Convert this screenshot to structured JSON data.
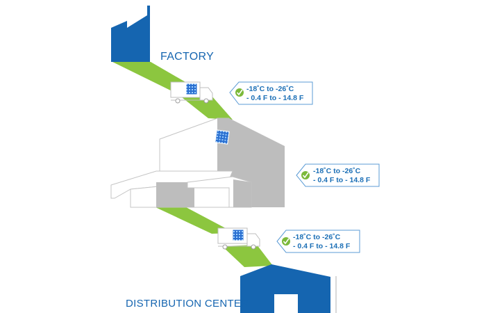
{
  "labels": {
    "factory": "FACTORY",
    "distribution_center": "DISTRIBUTION CENTER"
  },
  "temp_tags": [
    {
      "line1": "-18˚C to -26˚C",
      "line2": "- 0.4 F to - 14.8 F"
    },
    {
      "line1": "-18˚C to -26˚C",
      "line2": "- 0.4 F to - 14.8 F"
    },
    {
      "line1": "-18˚C to -26˚C",
      "line2": "- 0.4 F to - 14.8 F"
    }
  ],
  "colors": {
    "brand_blue": "#1565b0",
    "path_green": "#8cc63f",
    "check_green": "#7cb93a",
    "building_gray": "#bdbdbd"
  },
  "icons": [
    "factory-icon",
    "truck-icon",
    "cold-storage-warehouse-icon",
    "snowflake-icon",
    "checkmark-icon",
    "temperature-tag-icon",
    "distribution-center-icon"
  ]
}
